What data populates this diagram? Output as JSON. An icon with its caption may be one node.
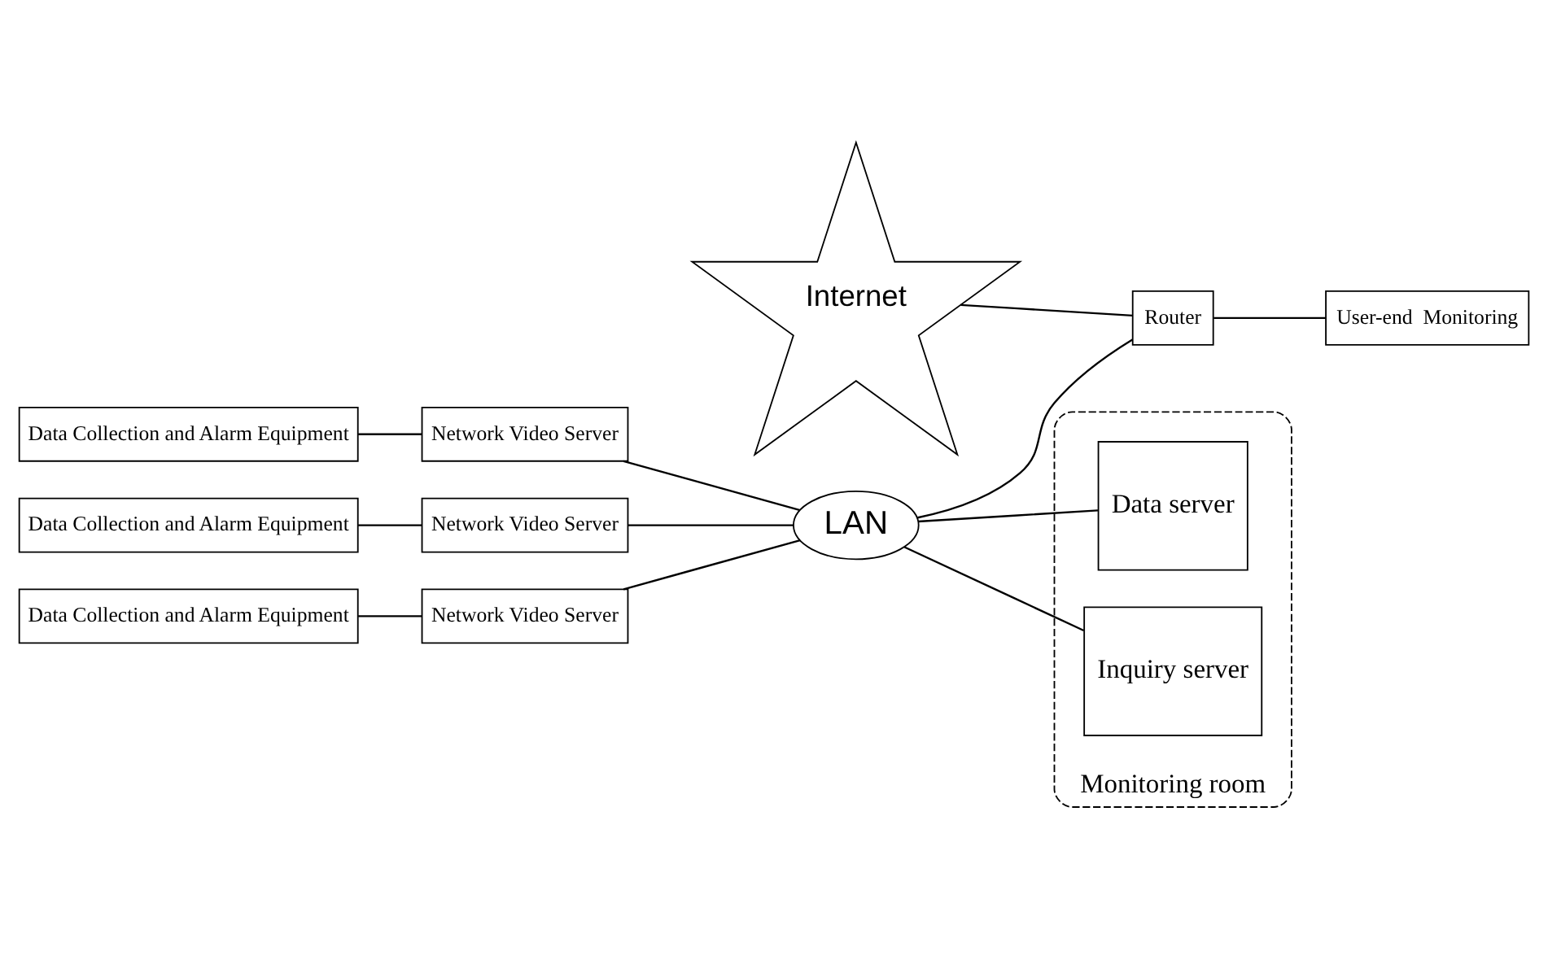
{
  "diagram": {
    "nodes": [
      {
        "text": [
          "Internet"
        ]
      },
      {
        "text": [
          "Data Collection and Alarm Equipment"
        ]
      },
      {
        "text": [
          "Network Video Server"
        ]
      },
      {
        "text": [
          "Data Collection and Alarm Equipment"
        ]
      },
      {
        "text": [
          "Network Video Server"
        ]
      },
      {
        "text": [
          "Data Collection and Alarm Equipment"
        ]
      },
      {
        "text": [
          "Network Video Server"
        ]
      },
      {
        "text": [
          "LAN"
        ]
      },
      {
        "text": [
          "Router"
        ]
      },
      {
        "text": [
          "User-end  Monitoring"
        ]
      },
      {
        "text": [
          "Monitoring room"
        ]
      },
      {
        "text": [
          "Data server"
        ],
        "in": 10
      },
      {
        "text": [
          "Inquiry server"
        ],
        "in": 10
      }
    ],
    "edges": [
      {
        "from": 1,
        "to": 2,
        "arrow": "none"
      },
      {
        "from": 3,
        "to": 4,
        "arrow": "none"
      },
      {
        "from": 5,
        "to": 6,
        "arrow": "none"
      },
      {
        "from": 2,
        "to": 7,
        "arrow": "none"
      },
      {
        "from": 4,
        "to": 7,
        "arrow": "none"
      },
      {
        "from": 6,
        "to": 7,
        "arrow": "none"
      },
      {
        "from": 7,
        "to": 8,
        "arrow": "none"
      },
      {
        "from": 0,
        "to": 8,
        "arrow": "none"
      },
      {
        "from": 8,
        "to": 9,
        "arrow": "none"
      },
      {
        "from": 7,
        "to": 11,
        "arrow": "none"
      },
      {
        "from": 7,
        "to": 12,
        "arrow": "none"
      }
    ]
  }
}
